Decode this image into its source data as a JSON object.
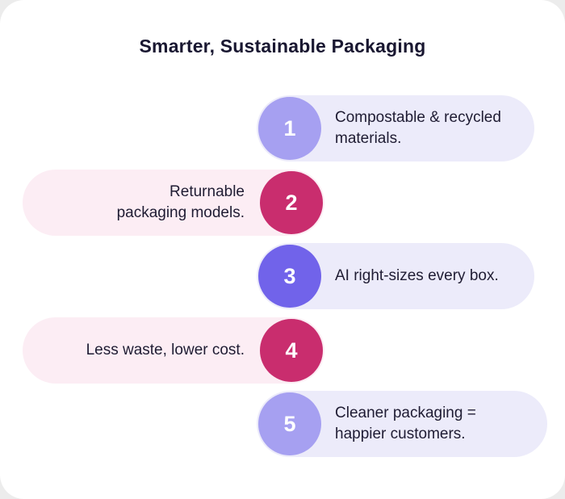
{
  "title": "Smarter, Sustainable Packaging",
  "colors": {
    "lavender_pill": "#ECEBFA",
    "pink_pill": "#FCEDF4",
    "circle_light_purple": "#A6A0F1",
    "circle_purple": "#7163EA",
    "circle_magenta": "#C92D6E",
    "number_text": "#FFFFFF",
    "title_text": "#191731",
    "body_text": "#1F1C33"
  },
  "steps": [
    {
      "number": "1",
      "text": "Compostable & recycled materials.",
      "side": "right",
      "circle_color": "#A6A0F1",
      "pill_color": "#ECEBFA"
    },
    {
      "number": "2",
      "text": "Returnable packaging models.",
      "side": "left",
      "circle_color": "#C92D6E",
      "pill_color": "#FCEDF4"
    },
    {
      "number": "3",
      "text": "AI right-sizes every box.",
      "side": "right",
      "circle_color": "#7163EA",
      "pill_color": "#ECEBFA"
    },
    {
      "number": "4",
      "text": "Less waste, lower cost.",
      "side": "left",
      "circle_color": "#C92D6E",
      "pill_color": "#FCEDF4"
    },
    {
      "number": "5",
      "text": "Cleaner packaging = happier customers.",
      "side": "right",
      "circle_color": "#A6A0F1",
      "pill_color": "#ECEBFA"
    }
  ]
}
